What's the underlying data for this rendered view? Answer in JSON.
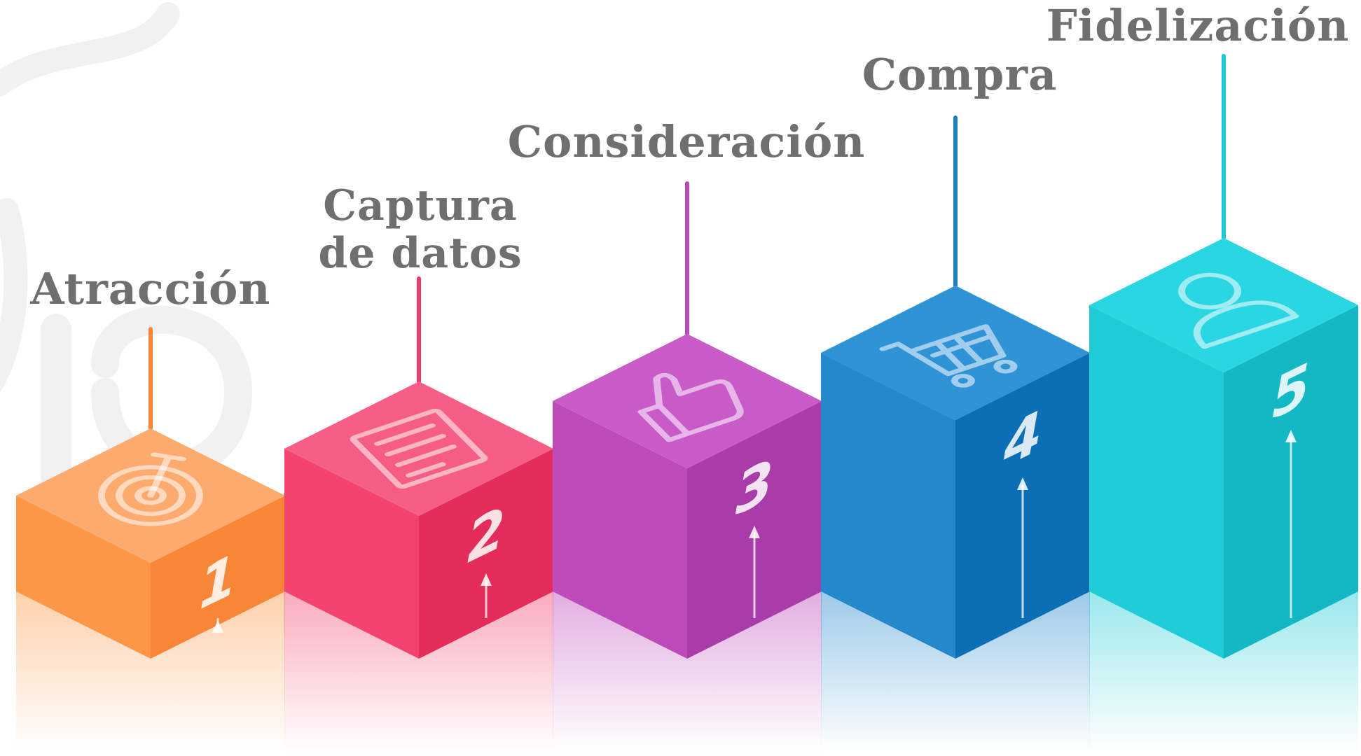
{
  "stages": [
    {
      "number": "1",
      "label_lines": [
        "Atracción"
      ],
      "icon": "target-icon",
      "colors": {
        "top": "#fdaa6e",
        "left": "#fd9748",
        "right": "#f98637",
        "line": "#f98637"
      }
    },
    {
      "number": "2",
      "label_lines": [
        "Captura",
        "de datos"
      ],
      "icon": "form-document-icon",
      "colors": {
        "top": "#f55d82",
        "left": "#f2436f",
        "right": "#e32c5a",
        "line": "#ec3d6a"
      }
    },
    {
      "number": "3",
      "label_lines": [
        "Consideración"
      ],
      "icon": "thumbs-up-icon",
      "colors": {
        "top": "#c95bc9",
        "left": "#bd4bba",
        "right": "#a93ca8",
        "line": "#b84ab8"
      }
    },
    {
      "number": "4",
      "label_lines": [
        "Compra"
      ],
      "icon": "shopping-cart-icon",
      "colors": {
        "top": "#2f93d6",
        "left": "#2488cc",
        "right": "#0c6fb6",
        "line": "#1c7fc4"
      }
    },
    {
      "number": "5",
      "label_lines": [
        "Fidelización"
      ],
      "icon": "user-icon",
      "colors": {
        "top": "#2ad6e2",
        "left": "#1fcbd6",
        "right": "#14b8c4",
        "line": "#1fc8d6"
      }
    }
  ]
}
